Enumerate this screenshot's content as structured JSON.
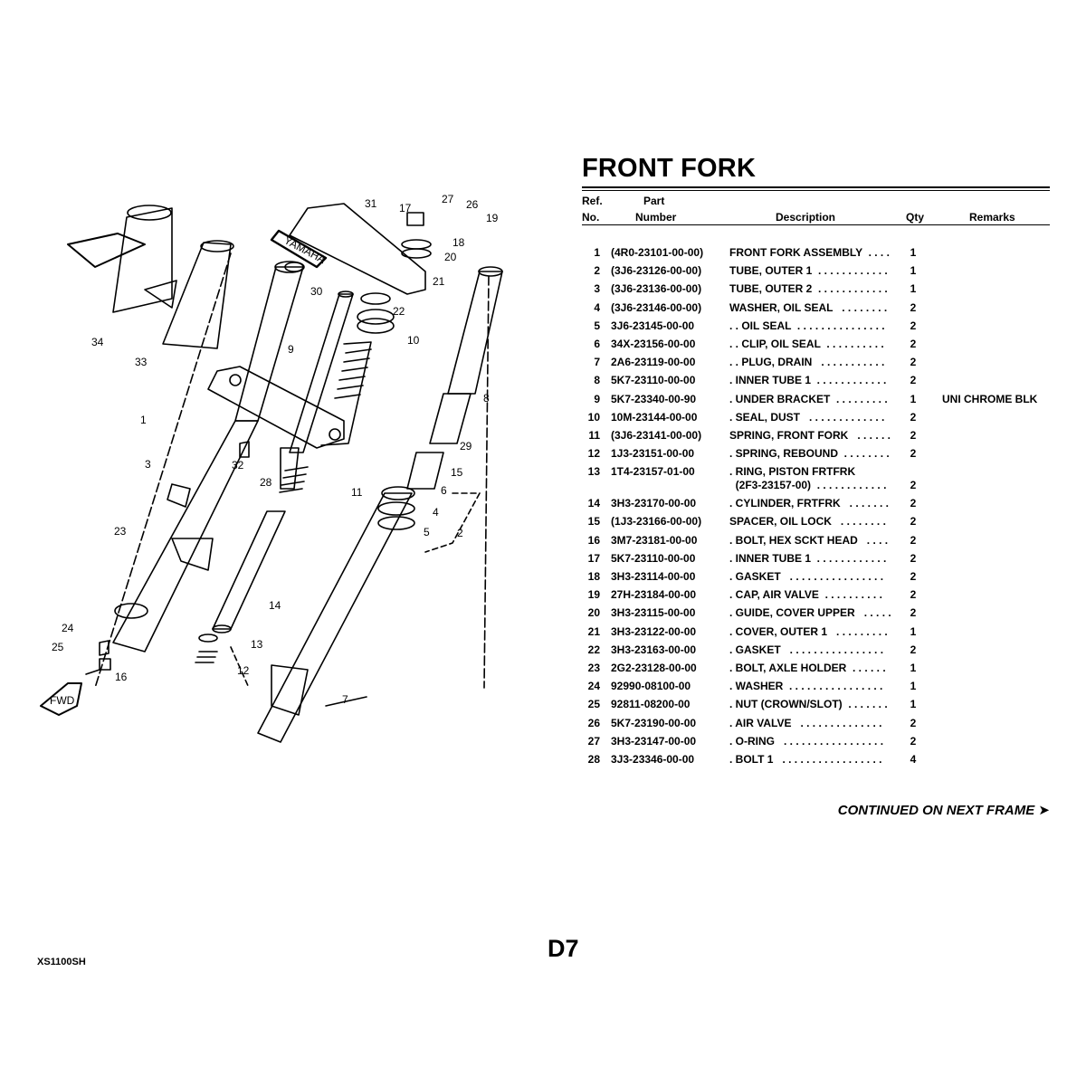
{
  "page": {
    "title": "FRONT FORK",
    "continued": "CONTINUED ON NEXT FRAME ➤",
    "page_code": "D7",
    "model_code": "XS1100SH"
  },
  "table": {
    "headers": {
      "ref_line1": "Ref.",
      "ref_line2": "No.",
      "part_line1": "Part",
      "part_line2": "Number",
      "description": "Description",
      "qty": "Qty",
      "remarks": "Remarks"
    },
    "rows": [
      {
        "ref": "1",
        "part": "(4R0-23101-00-00)",
        "desc": "FRONT FORK ASSEMBLY  . . . .",
        "desc2": "",
        "qty": "1",
        "remarks": ""
      },
      {
        "ref": "2",
        "part": "(3J6-23126-00-00)",
        "desc": "TUBE, OUTER 1  . . . . . . . . . . . .",
        "desc2": "",
        "qty": "1",
        "remarks": ""
      },
      {
        "ref": "3",
        "part": "(3J6-23136-00-00)",
        "desc": "TUBE, OUTER 2  . . . . . . . . . . . .",
        "desc2": "",
        "qty": "1",
        "remarks": ""
      },
      {
        "ref": "4",
        "part": "(3J6-23146-00-00)",
        "desc": "WASHER, OIL SEAL   . . . . . . . .",
        "desc2": "",
        "qty": "2",
        "remarks": ""
      },
      {
        "ref": "5",
        "part": "3J6-23145-00-00",
        "desc": ". . OIL SEAL  . . . . . . . . . . . . . . .",
        "desc2": "",
        "qty": "2",
        "remarks": ""
      },
      {
        "ref": "6",
        "part": "34X-23156-00-00",
        "desc": ". . CLIP, OIL SEAL  . . . . . . . . . .",
        "desc2": "",
        "qty": "2",
        "remarks": ""
      },
      {
        "ref": "7",
        "part": "2A6-23119-00-00",
        "desc": ". . PLUG, DRAIN   . . . . . . . . . . .",
        "desc2": "",
        "qty": "2",
        "remarks": ""
      },
      {
        "ref": "8",
        "part": "5K7-23110-00-00",
        "desc": ". INNER TUBE 1  . . . . . . . . . . . .",
        "desc2": "",
        "qty": "2",
        "remarks": ""
      },
      {
        "ref": "9",
        "part": "5K7-23340-00-90",
        "desc": ". UNDER BRACKET  . . . . . . . . .",
        "desc2": "",
        "qty": "1",
        "remarks": "UNI CHROME BLK"
      },
      {
        "ref": "10",
        "part": "10M-23144-00-00",
        "desc": ". SEAL, DUST   . . . . . . . . . . . . .",
        "desc2": "",
        "qty": "2",
        "remarks": ""
      },
      {
        "ref": "11",
        "part": "(3J6-23141-00-00)",
        "desc": "SPRING, FRONT FORK   . . . . . .",
        "desc2": "",
        "qty": "2",
        "remarks": ""
      },
      {
        "ref": "12",
        "part": "1J3-23151-00-00",
        "desc": ". SPRING, REBOUND  . . . . . . . .",
        "desc2": "",
        "qty": "2",
        "remarks": ""
      },
      {
        "ref": "13",
        "part": "1T4-23157-01-00",
        "desc": ". RING, PISTON FRTFRK",
        "desc2": "  (2F3-23157-00)  . . . . . . . . . . . .",
        "qty": "2",
        "remarks": ""
      },
      {
        "ref": "14",
        "part": "3H3-23170-00-00",
        "desc": ". CYLINDER, FRTFRK   . . . . . . .",
        "desc2": "",
        "qty": "2",
        "remarks": ""
      },
      {
        "ref": "15",
        "part": "(1J3-23166-00-00)",
        "desc": "SPACER, OIL LOCK   . . . . . . . .",
        "desc2": "",
        "qty": "2",
        "remarks": ""
      },
      {
        "ref": "16",
        "part": "3M7-23181-00-00",
        "desc": ". BOLT, HEX SCKT HEAD   . . . .",
        "desc2": "",
        "qty": "2",
        "remarks": ""
      },
      {
        "ref": "17",
        "part": "5K7-23110-00-00",
        "desc": ". INNER TUBE 1  . . . . . . . . . . . .",
        "desc2": "",
        "qty": "2",
        "remarks": ""
      },
      {
        "ref": "18",
        "part": "3H3-23114-00-00",
        "desc": ". GASKET   . . . . . . . . . . . . . . . .",
        "desc2": "",
        "qty": "2",
        "remarks": ""
      },
      {
        "ref": "19",
        "part": "27H-23184-00-00",
        "desc": ". CAP, AIR VALVE  . . . . . . . . . .",
        "desc2": "",
        "qty": "2",
        "remarks": ""
      },
      {
        "ref": "20",
        "part": "3H3-23115-00-00",
        "desc": ". GUIDE, COVER UPPER   . . . . .",
        "desc2": "",
        "qty": "2",
        "remarks": ""
      },
      {
        "ref": "21",
        "part": "3H3-23122-00-00",
        "desc": ". COVER, OUTER 1   . . . . . . . . .",
        "desc2": "",
        "qty": "1",
        "remarks": ""
      },
      {
        "ref": "22",
        "part": "3H3-23163-00-00",
        "desc": ". GASKET   . . . . . . . . . . . . . . . .",
        "desc2": "",
        "qty": "2",
        "remarks": ""
      },
      {
        "ref": "23",
        "part": "2G2-23128-00-00",
        "desc": ". BOLT, AXLE HOLDER  . . . . . .",
        "desc2": "",
        "qty": "1",
        "remarks": ""
      },
      {
        "ref": "24",
        "part": "92990-08100-00",
        "desc": ". WASHER  . . . . . . . . . . . . . . . .",
        "desc2": "",
        "qty": "1",
        "remarks": ""
      },
      {
        "ref": "25",
        "part": "92811-08200-00",
        "desc": ". NUT (CROWN/SLOT)  . . . . . . .",
        "desc2": "",
        "qty": "1",
        "remarks": ""
      },
      {
        "ref": "26",
        "part": "5K7-23190-00-00",
        "desc": ". AIR VALVE   . . . . . . . . . . . . . .",
        "desc2": "",
        "qty": "2",
        "remarks": ""
      },
      {
        "ref": "27",
        "part": "3H3-23147-00-00",
        "desc": ". O-RING   . . . . . . . . . . . . . . . . .",
        "desc2": "",
        "qty": "2",
        "remarks": ""
      },
      {
        "ref": "28",
        "part": "3J3-23346-00-00",
        "desc": ". BOLT 1   . . . . . . . . . . . . . . . . .",
        "desc2": "",
        "qty": "4",
        "remarks": ""
      }
    ]
  },
  "diagram": {
    "callouts": [
      "1",
      "2",
      "3",
      "4",
      "5",
      "6",
      "7",
      "8",
      "9",
      "10",
      "11",
      "12",
      "13",
      "14",
      "15",
      "16",
      "17",
      "18",
      "19",
      "20",
      "21",
      "22",
      "23",
      "24",
      "25",
      "26",
      "27",
      "28",
      "29",
      "30",
      "31",
      "32",
      "33",
      "34"
    ],
    "fwd_label": "FWD",
    "brand_label": "YAMAHA"
  }
}
